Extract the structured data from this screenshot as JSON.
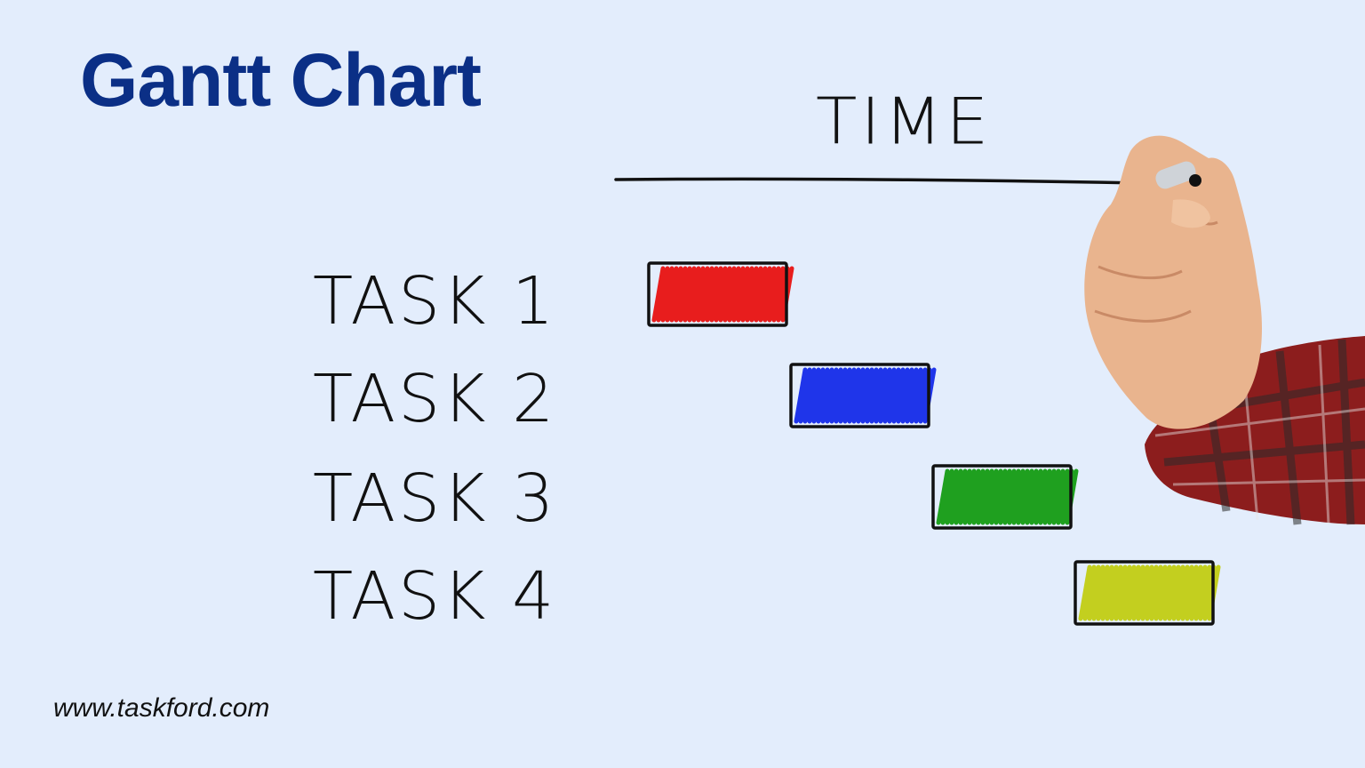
{
  "title": "Gantt Chart",
  "website": "www.taskford.com",
  "axis": {
    "label": "TIME"
  },
  "tasks": [
    {
      "label": "TASK 1",
      "color": "#e81d1d"
    },
    {
      "label": "TASK 2",
      "color": "#1f35ea"
    },
    {
      "label": "TASK 3",
      "color": "#1fa01f"
    },
    {
      "label": "TASK 4",
      "color": "#c3cf1f"
    }
  ],
  "colors": {
    "background": "#e3edfc",
    "title": "#0b2f86",
    "ink": "#111111"
  }
}
